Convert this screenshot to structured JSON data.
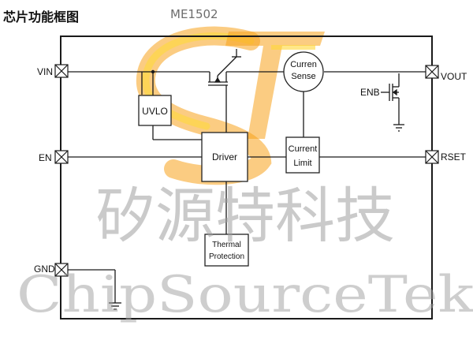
{
  "heading": "芯片功能框图",
  "part_number": "ME1502",
  "pins": {
    "vin": "VIN",
    "en": "EN",
    "gnd": "GND",
    "vout": "VOUT",
    "rset": "RSET"
  },
  "blocks": {
    "uvlo": "UVLO",
    "driver": "Driver",
    "current_sense_line1": "Curren",
    "current_sense_line2": "Sense",
    "current_limit_line1": "Current",
    "current_limit_line2": "Limit",
    "thermal_line1": "Thermal",
    "thermal_line2": "Protection",
    "enb": "ENB"
  },
  "watermark": {
    "chinese": "矽源特科技",
    "english": "ChipSourceTek",
    "logo_letters": "ST"
  },
  "colors": {
    "line": "#1a1a1a",
    "block_border": "#222222",
    "logo_orange": "#f7a21b",
    "logo_yellow": "#ffd83a",
    "watermark_gray": "#9e9e9e"
  }
}
